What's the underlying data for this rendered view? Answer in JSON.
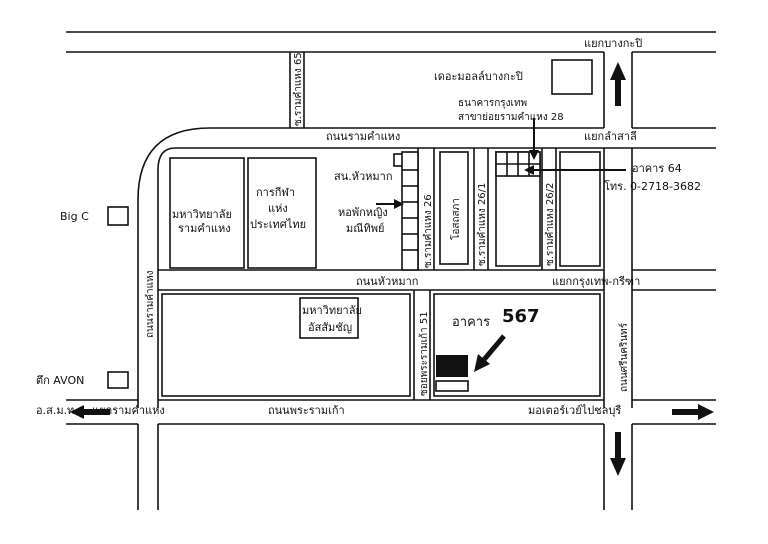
{
  "map": {
    "roads": {
      "top": "แยกบางกะปิ",
      "ramkhamhaeng_road": "ถนนรามคำแหง",
      "ramkhamhaeng_junction": "แยกลำสาลี",
      "soi65": "ซ.รามคำแหง 65",
      "left_vertical": "ถนนรามคำแหง",
      "hua_mak_road": "ถนนหัวหมาก",
      "krungthep_kreetha": "แยกกรุงเทพ-กรีฑา",
      "rama9_road": "ถนนพระรามเก้า",
      "rama9_junction": "แยกรามคำแหง",
      "srinakarin_road": "ถนนศรีนครินทร์",
      "motorway": "มอเตอร์เวย์ไปชลบุรี",
      "soi_rama9_51": "ซอยพระรามเก้า 51",
      "soi26": "ซ.รามคำแหง 26",
      "soi26_1": "ซ.รามคำแหง 26/1",
      "soi26_2": "ซ.รามคำแหง 26/2",
      "left_arrow_label": "อ.ส.ม.ท."
    },
    "places": {
      "mall": "เดอะมอลล์บางกะปิ",
      "bank_line1": "ธนาคารกรุงเทพ",
      "bank_line2": "สาขาย่อยรามคำแหง 28",
      "university_line1": "มหาวิทยาลัย",
      "university_line2": "รามคำแหง",
      "stadium_line1": "การกีฬา",
      "stadium_line2": "แห่ง",
      "stadium_line3": "ประเทศไทย",
      "police_station": "สน.หัวหมาก",
      "dorm_line1": "หอพักหญิง",
      "dorm_line2": "มณีทิพย์",
      "auditorium": "โอสถสภา",
      "big_c": "Big C",
      "avon": "ตึก AVON",
      "assumption_line1": "มหาวิทยาลัย",
      "assumption_line2": "อัสสัมชัญ"
    },
    "buildings": {
      "building64_name": "อาคาร 64",
      "building64_phone": "โทร. 0-2718-3682",
      "building567_prefix": "อาคาร",
      "building567_number": "567"
    },
    "colors": {
      "ink": "#111111",
      "background": "#ffffff"
    },
    "icons": [
      "arrow-up-icon",
      "arrow-down-icon",
      "arrow-right-icon",
      "arrow-left-icon",
      "pointer-arrow-icon"
    ]
  }
}
